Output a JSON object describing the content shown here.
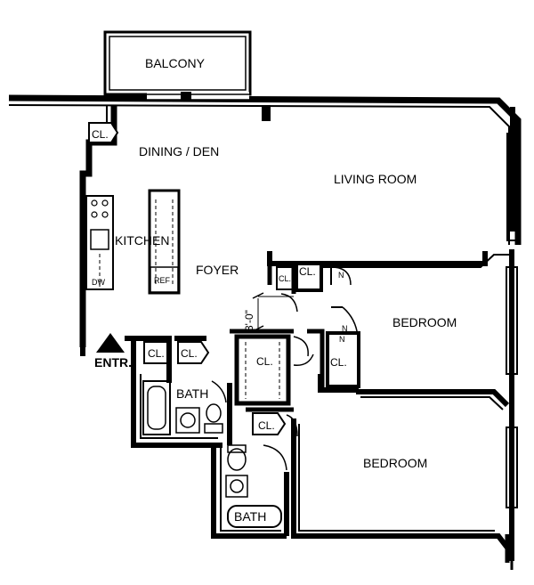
{
  "rooms": {
    "balcony": "BALCONY",
    "dining_den": "DINING / DEN",
    "living_room": "LIVING ROOM",
    "kitchen": "KITCHEN",
    "foyer": "FOYER",
    "bedroom_1": "BEDROOM",
    "bedroom_2": "BEDROOM",
    "bath_1": "BATH",
    "bath_2": "BATH"
  },
  "closets": {
    "dining": "CL.",
    "entry_1": "CL.",
    "entry_2": "CL.",
    "hall": "CL.",
    "bedroom_1_a": "CL.",
    "bedroom_1_b": "CL.",
    "bedroom_1_c": "CL.",
    "hall_2": "CL."
  },
  "fixtures": {
    "refrigerator": "REF",
    "dishwasher": "DW",
    "closet_marker_1": "N",
    "closet_marker_2": "N",
    "closet_marker_3": "N"
  },
  "entrance": "ENTR.",
  "dimension": "3'-0\""
}
